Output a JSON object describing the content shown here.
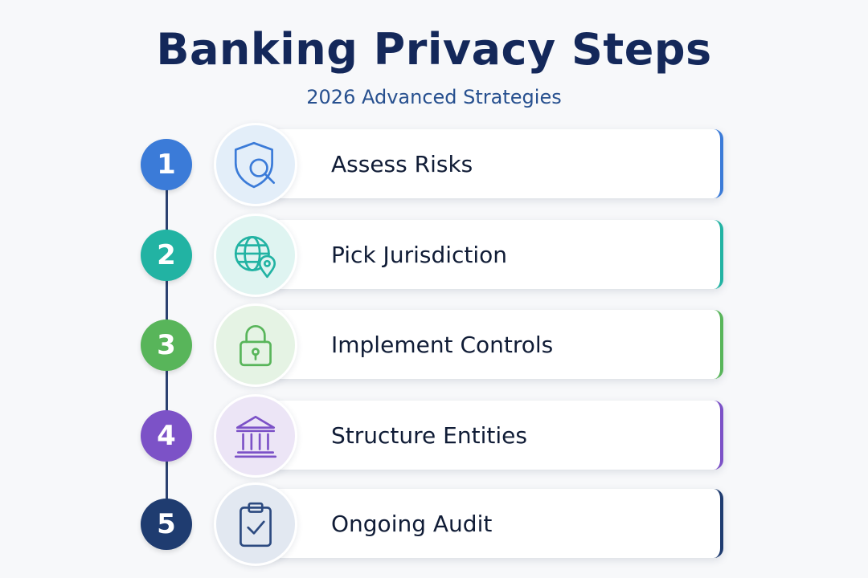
{
  "header": {
    "title": "Banking Privacy Steps",
    "subtitle": "2026 Advanced Strategies"
  },
  "steps": [
    {
      "number": "1",
      "label": "Assess Risks",
      "icon": "shield-search-icon",
      "accent": "#3b7bd8",
      "icon_bg": "#e3eef9"
    },
    {
      "number": "2",
      "label": "Pick Jurisdiction",
      "icon": "globe-pin-icon",
      "accent": "#22b3a3",
      "icon_bg": "#dff4f1"
    },
    {
      "number": "3",
      "label": "Implement Controls",
      "icon": "padlock-icon",
      "accent": "#58b55a",
      "icon_bg": "#e5f3e4"
    },
    {
      "number": "4",
      "label": "Structure Entities",
      "icon": "bank-building-icon",
      "accent": "#7c52c7",
      "icon_bg": "#ece5f6"
    },
    {
      "number": "5",
      "label": "Ongoing Audit",
      "icon": "clipboard-check-icon",
      "accent": "#1f3c70",
      "icon_bg": "#e2e8f1"
    }
  ]
}
